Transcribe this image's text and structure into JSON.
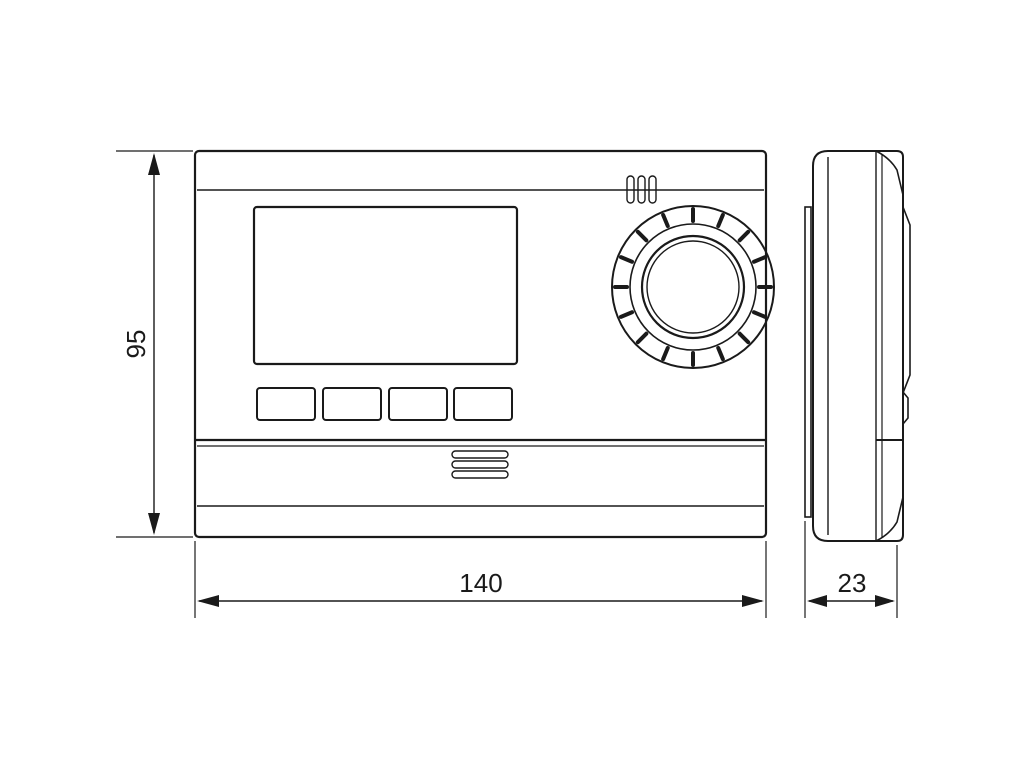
{
  "drawing": {
    "height_label": "95",
    "width_label": "140",
    "depth_label": "23",
    "line_color": "#1a1a1a",
    "background": "#ffffff"
  },
  "device": {
    "button_count": 4,
    "dial_tick_count": 16
  }
}
